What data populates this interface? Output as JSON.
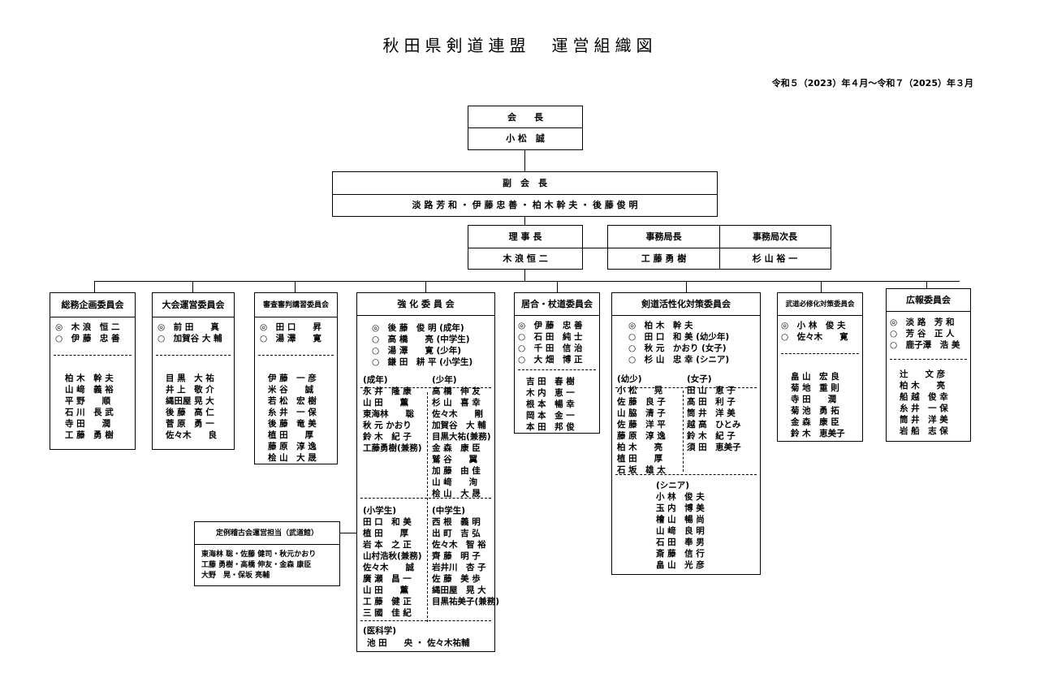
{
  "title": "秋田県剣道連盟　運営組織図",
  "period": "令和５（2023）年４月～令和７（2025）年３月",
  "president": {
    "label": "会　　長",
    "name": "小 松　誠"
  },
  "vice": {
    "label": "副　会　長",
    "names": "淡 路 芳 和 ・ 伊 藤 忠 善 ・ 柏 木 幹 夫 ・ 後 藤 俊 明"
  },
  "chairman": {
    "label": "理 事 長",
    "name": "木 浪 恒 二"
  },
  "secretariat": {
    "label": "事務局長",
    "name": "工 藤 勇 樹"
  },
  "deputy": {
    "label": "事務局次長",
    "name": "杉 山 裕 一"
  },
  "committees": {
    "soumu": {
      "title": "総務企画委員会",
      "leaders": "◎　木 浪　恒 二\n○　伊 藤　忠 善",
      "members": "柏 木　幹 夫\n山 﨑　義 裕\n平 野　　順\n石 川　長 武\n寺 田　　潤\n工 藤　勇 樹"
    },
    "taikai": {
      "title": "大会運営委員会",
      "leaders": "◎　前 田　　真\n○　加賀谷 大 輔",
      "members": "目 黒　大 祐\n井 上　敬 介\n縄田屋 晃 大\n後 藤　高 仁\n菅 原　勇 一\n佐々木　　良"
    },
    "shinsa": {
      "title": "審査審判講習委員会",
      "leaders": "◎　田 口　　昇\n○　湯 澤　　寛",
      "members": "伊 藤　一 彦\n米 谷　　誠\n若 松　宏 樹\n糸 井　一 保\n後 藤　竜 美\n植 田　　厚\n藤 原　淳 逸\n桧 山　大 晟"
    },
    "kyoka": {
      "title": "強 化 委 員 会",
      "leaders": "◎　後 藤　俊 明 (成年)\n○　高 橋　　亮 (中学生)\n○　湯 澤　　寛 (少年)\n○　鎌 田　耕 平 (小学生)",
      "seinen": "(成年)\n永 井　隆 康\n山 田　　薫\n東海林　　聡\n秋 元 かおり\n鈴 木　紀 子\n工藤勇樹(兼務)",
      "shonen": "(少年)\n高 橋　伸 友\n杉 山　喜 幸\n佐々木　　剛\n加賀谷　大 輔\n目黒大祐(兼務)\n金 森　康 臣\n鷲 谷　　翼\n加 藤　由 佳\n山 﨑　　洵\n桧 山　大 晟",
      "shogakusei": "(小学生)\n田 口　和 美\n植 田　　厚\n岩 本　之 正\n山村浩秋(兼務)\n佐々木　　誠\n廣 瀬　昌 一\n山 田　　薫\n工 藤　健 正\n三 國　佳 紀",
      "chugakusei": "(中学生)\n西 根　義 明\n出 町　吉 弘\n佐々木　智 裕\n齊 藤　明 子\n岩井川　杏 子\n佐 藤　美 歩\n縄田屋　晃 大\n目黒祐美子(兼務)",
      "ikagaku_label": "(医科学)",
      "ikagaku": "池 田　　央 ・ 佐々木祐輔"
    },
    "iai": {
      "title": "居合・杖道委員会",
      "leaders": "◎　伊 藤　忠 善\n○　石 田　純 士\n○　千 田　信 治\n○　大 畑　博 正",
      "members": "吉 田　春 樹\n木 内　恵 一\n根 本　暢 幸\n岡 本　金 一\n本 田　邦 俊"
    },
    "kassei": {
      "title": "剣道活性化対策委員会",
      "leaders": "◎　柏 木　幹 夫\n○　田 口　和 美 (幼少年)\n○　秋 元　かおり (女子)\n○　杉 山　忠 幸 (シニア)",
      "youshou": "(幼少)\n小 松　　晃\n佐 藤　良 子\n山 脇　清 子\n佐 藤　洋 平\n藤 原　淳 逸\n柏 木　　亮\n植 田　　厚\n石 坂　雄 太",
      "joshi": "(女子)\n田 山　恵 子\n髙 田　利 子\n筒 井　洋 美\n越 高　ひとみ\n鈴 木　紀 子\n須 田　恵美子",
      "senior": "(シニア)\n小 林　俊 夫\n玉 内　博 美\n檜 山　暢 尚\n山 﨑　良 明\n石 田　奉 男\n斎 藤　信 行\n畠 山　光 彦"
    },
    "budo": {
      "title": "武道必修化対策委員会",
      "leaders": "◎　小 林　俊 夫\n○　佐々木　　寛",
      "members": "畠 山　宏 良\n菊 地　重 則\n寺 田　　潤\n菊 池　勇 拓\n金 森　康 臣\n鈴 木　恵美子"
    },
    "koho": {
      "title": "広報委員会",
      "leaders": "◎　淡 路　芳 和\n○　芳 谷　正 人\n○　鹿子澤　浩 美",
      "members": "辻　　文 彦\n柏 木　　亮\n船 越　俊 幸\n糸 井　一 保\n筒 井　洋 美\n岩 船　志 保"
    }
  },
  "teirei": {
    "title": "定例稽古会運営担当（武道館）",
    "members": "東海林 聡・佐藤 健司・秋元かおり\n工藤 勇樹・高橋 伸友・金森 康臣\n大野　晃・保坂 亮輔"
  }
}
